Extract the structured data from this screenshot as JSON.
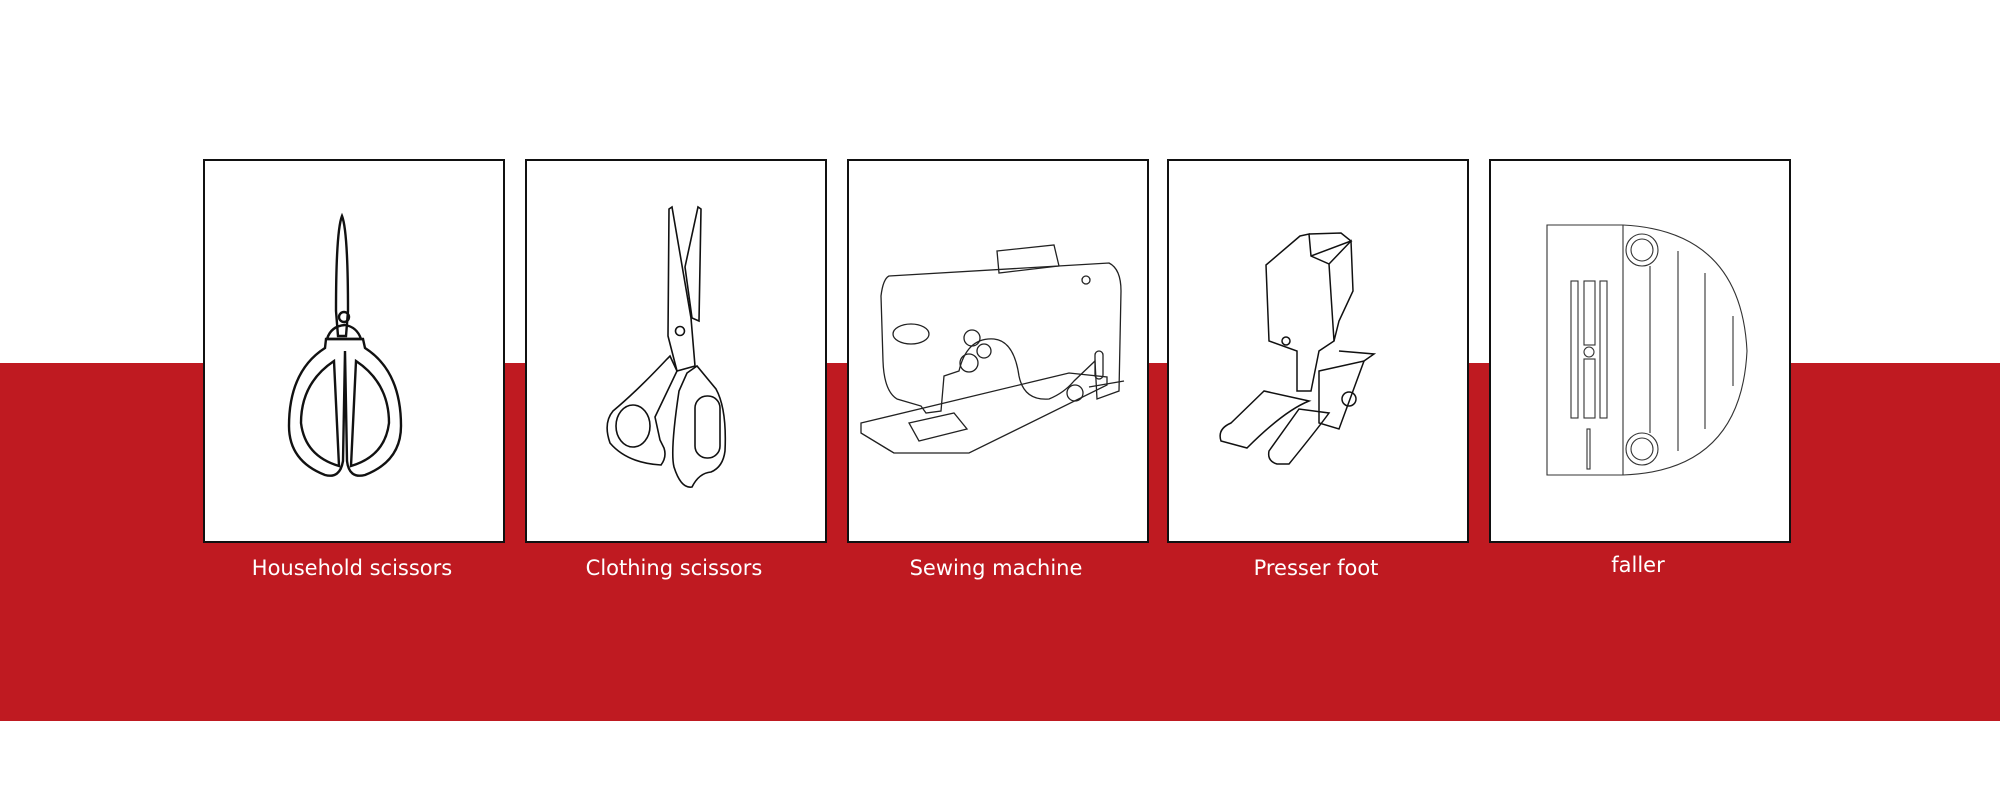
{
  "colors": {
    "band": "#bf1a21",
    "card_border": "#111111",
    "label": "#ffffff"
  },
  "items": [
    {
      "label": "Household scissors",
      "icon": "household-scissors-icon"
    },
    {
      "label": "Clothing scissors",
      "icon": "clothing-scissors-icon"
    },
    {
      "label": "Sewing machine",
      "icon": "sewing-machine-icon"
    },
    {
      "label": "Presser foot",
      "icon": "presser-foot-icon"
    },
    {
      "label": "faller",
      "icon": "needle-plate-icon"
    }
  ]
}
